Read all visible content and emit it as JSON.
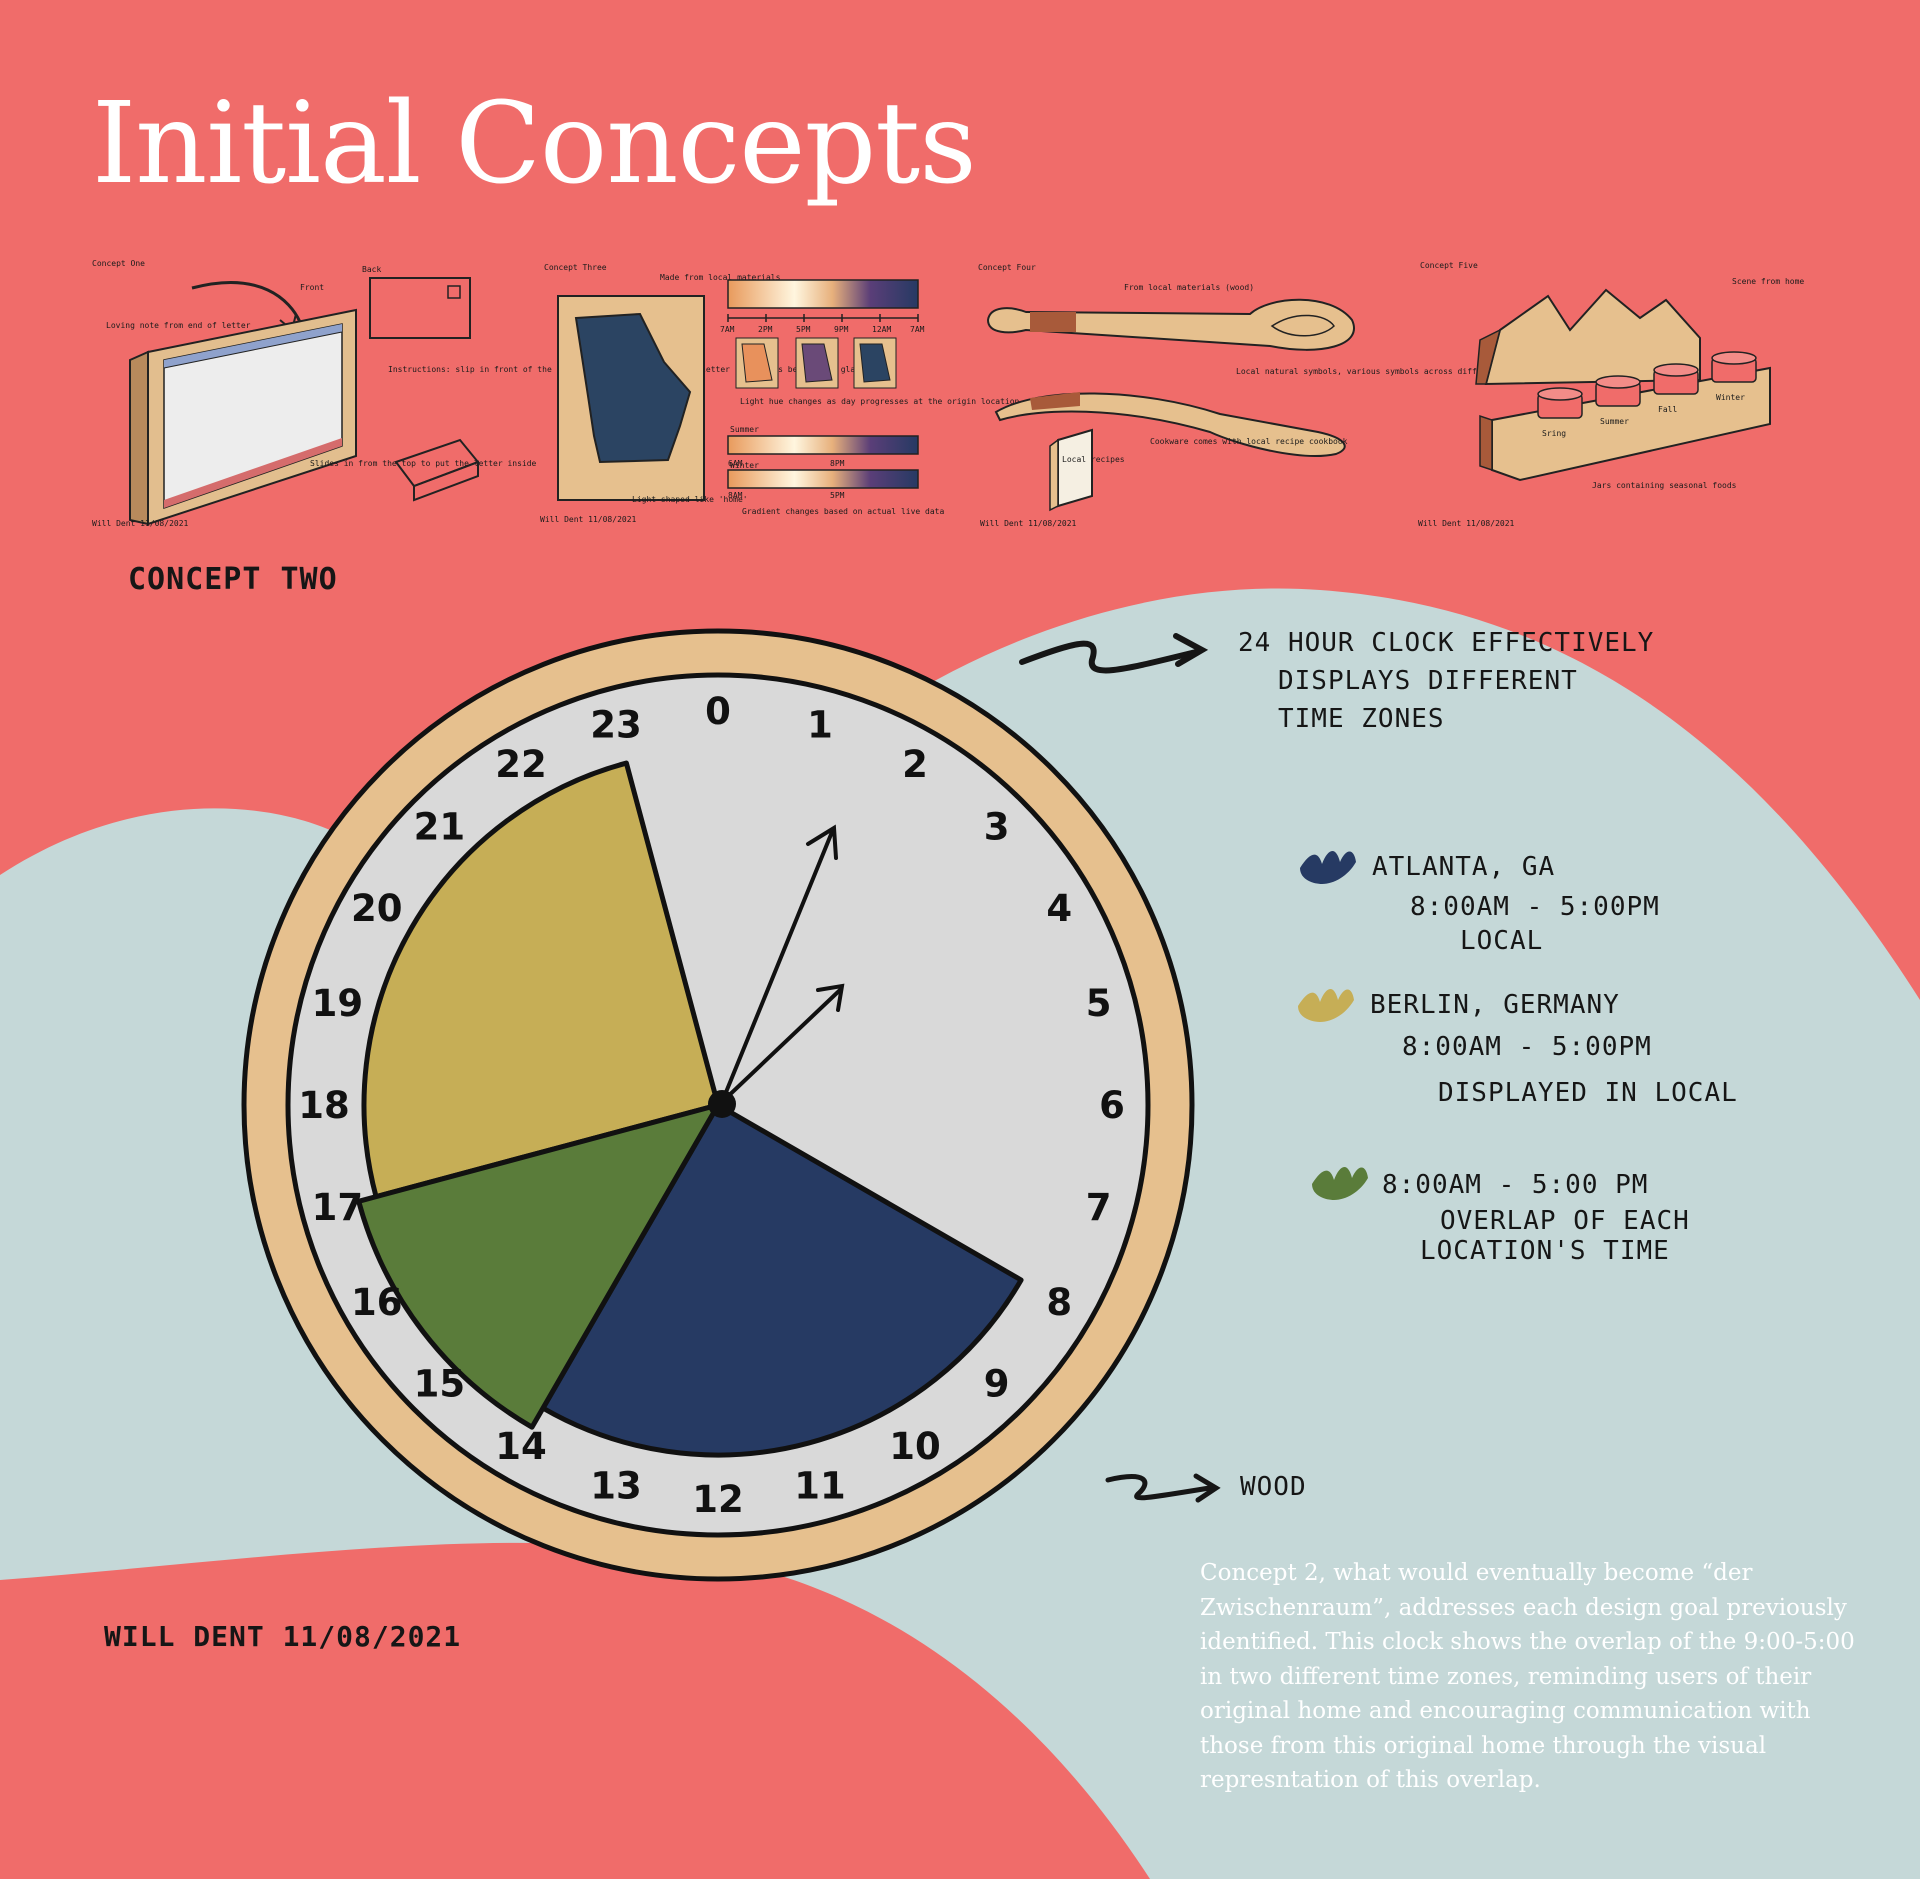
{
  "title": "Initial Concepts",
  "concepts": [
    {
      "id": "one",
      "label": "Concept One",
      "front": "Front",
      "back": "Back",
      "note_top": "Loving note from end of letter",
      "note_side": "Instructions: slip in front of the frame when received, fold the letter so it fits behind the glass",
      "note_bottom": "Slides in from the top to put the letter inside",
      "signature": "Will Dent 11/08/2021"
    },
    {
      "id": "three",
      "label": "Concept Three",
      "note_top": "Made from local materials",
      "ticks": [
        "7AM",
        "2PM",
        "5PM",
        "9PM",
        "12AM",
        "7AM"
      ],
      "note_middle": "Light hue changes as day progresses at the origin location",
      "summer": "Summer",
      "winter": "Winter",
      "summer_ticks": [
        "6AM",
        "8PM"
      ],
      "winter_ticks": [
        "8AM",
        "5PM"
      ],
      "note_bottom": "Light-shaped like 'home'",
      "note_gradient": "Gradient changes based on actual live data",
      "signature": "Will Dent 11/08/2021"
    },
    {
      "id": "four",
      "label": "Concept Four",
      "note_top": "From local materials (wood)",
      "note_middle": "Local natural symbols, various symbols across different utensils",
      "book_label": "Local recipes",
      "note_bottom": "Cookware comes with local recipe cookbook",
      "signature": "Will Dent 11/08/2021"
    },
    {
      "id": "five",
      "label": "Concept Five",
      "note_top": "Scene from home",
      "jars": [
        "Sring",
        "Summer",
        "Fall",
        "Winter"
      ],
      "note_bottom": "Jars containing seasonal foods",
      "signature": "Will Dent 11/08/2021"
    }
  ],
  "concept_two": {
    "label": "Concept Two",
    "note_clock": [
      "24 hour clock effectively",
      "displays different",
      "time zones"
    ],
    "note_wood": "Wood",
    "signature": "Will Dent 11/08/2021",
    "legend": [
      {
        "color": "#263a63",
        "lines": [
          "Atlanta, GA",
          "8:00AM - 5:00PM",
          "Local"
        ]
      },
      {
        "color": "#c6ae56",
        "lines": [
          "Berlin, Germany",
          "8:00AM - 5:00PM",
          "Displayed in local"
        ]
      },
      {
        "color": "#5a7c3a",
        "lines": [
          "8:00AM - 5:00 PM",
          "Overlap of each",
          "location's time"
        ]
      }
    ],
    "hours": [
      "0",
      "1",
      "2",
      "3",
      "4",
      "5",
      "6",
      "7",
      "8",
      "9",
      "10",
      "11",
      "12",
      "13",
      "14",
      "15",
      "16",
      "17",
      "18",
      "19",
      "20",
      "21",
      "22",
      "23"
    ],
    "sectors": [
      {
        "name": "atlanta",
        "from": 14,
        "to": 8,
        "color": "#263a63"
      },
      {
        "name": "berlin",
        "from": 17,
        "to": 23,
        "color": "#c6ae56"
      },
      {
        "name": "overlap",
        "from": 14,
        "to": 17,
        "color": "#5a7c3a"
      }
    ],
    "colors": {
      "face": "#d9d9d9",
      "rim": "#e6c08e",
      "wave": "#c5d8d8",
      "background": "#f06c6a"
    }
  },
  "description": "Concept 2, what would eventually become “der Zwischenraum”, addresses each design goal previously identified. This clock shows the overlap of the 9:00-5:00 in two different time zones, reminding users of their original home and encouraging communication with those from this original home through the visual represntation of this overlap."
}
